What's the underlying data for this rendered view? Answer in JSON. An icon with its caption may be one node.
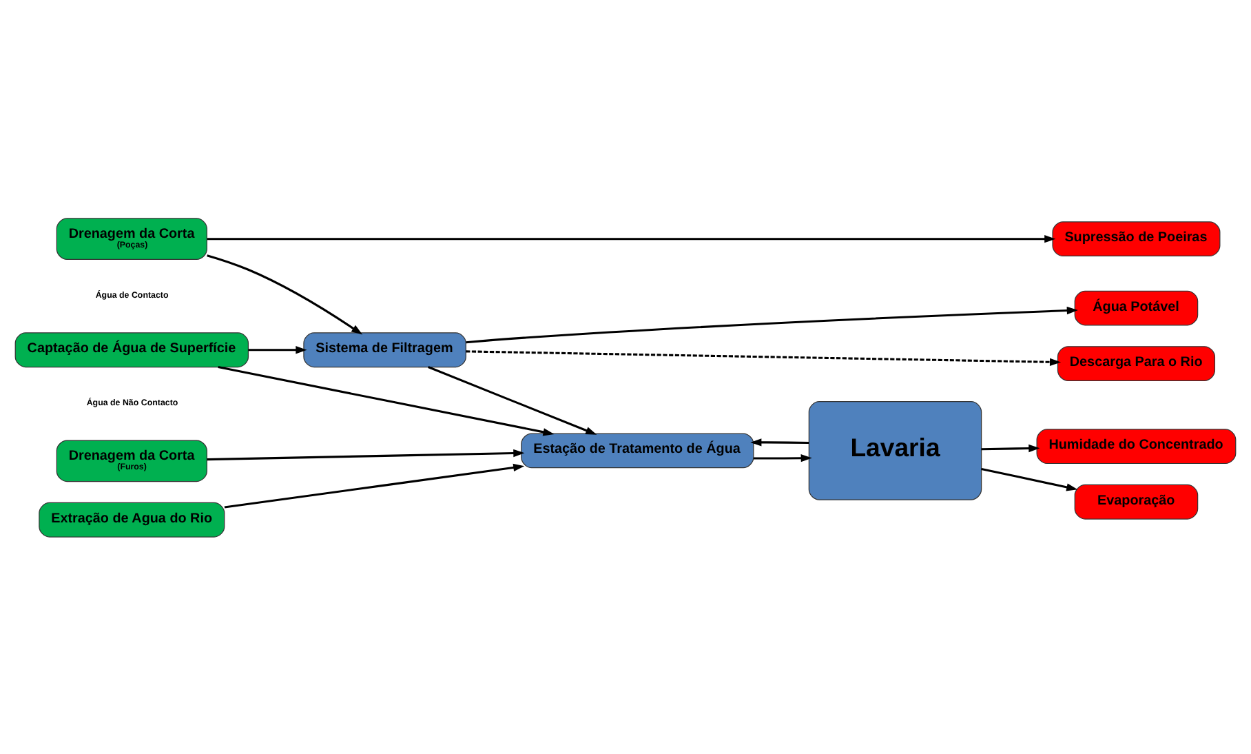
{
  "diagram": {
    "nodes": [
      {
        "text": [
          "Drenagem da Corta",
          "(Poças)"
        ]
      },
      {
        "text": [
          "Captação de Água de Superfície"
        ]
      },
      {
        "text": [
          "Drenagem da Corta",
          "(Furos)"
        ]
      },
      {
        "text": [
          "Extração de Agua do Rio"
        ]
      },
      {
        "text": [
          "Sistema de Filtragem"
        ]
      },
      {
        "text": [
          "Estação de Tratamento de Água"
        ]
      },
      {
        "text": [
          "Lavaria"
        ]
      },
      {
        "text": [
          "Supressão de Poeiras"
        ]
      },
      {
        "text": [
          "Descarga Para o Rio"
        ]
      },
      {
        "text": [
          "Água Potável"
        ]
      },
      {
        "text": [
          "Humidade do Concentrado"
        ]
      },
      {
        "text": [
          "Evaporação"
        ]
      }
    ],
    "edges": [
      {
        "from": 0,
        "to": 7,
        "arrow": "to"
      },
      {
        "from": 0,
        "to": 4,
        "arrow": "to"
      },
      {
        "from": 1,
        "to": 4,
        "arrow": "to"
      },
      {
        "from": 1,
        "to": 5,
        "arrow": "to"
      },
      {
        "from": 2,
        "to": 5,
        "arrow": "to"
      },
      {
        "from": 3,
        "to": 5,
        "arrow": "to"
      },
      {
        "from": 4,
        "to": 5,
        "arrow": "to"
      },
      {
        "from": 4,
        "to": 8,
        "arrow": "to",
        "style": "dashed"
      },
      {
        "from": 4,
        "to": 9,
        "arrow": "to"
      },
      {
        "from": 5,
        "to": 6,
        "arrow": "to"
      },
      {
        "from": 6,
        "to": 5,
        "arrow": "to"
      },
      {
        "from": 6,
        "to": 10,
        "arrow": "to"
      },
      {
        "from": 6,
        "to": 11,
        "arrow": "to"
      }
    ],
    "labels": [
      "Água de Contacto",
      "Água de Não Contacto"
    ]
  }
}
